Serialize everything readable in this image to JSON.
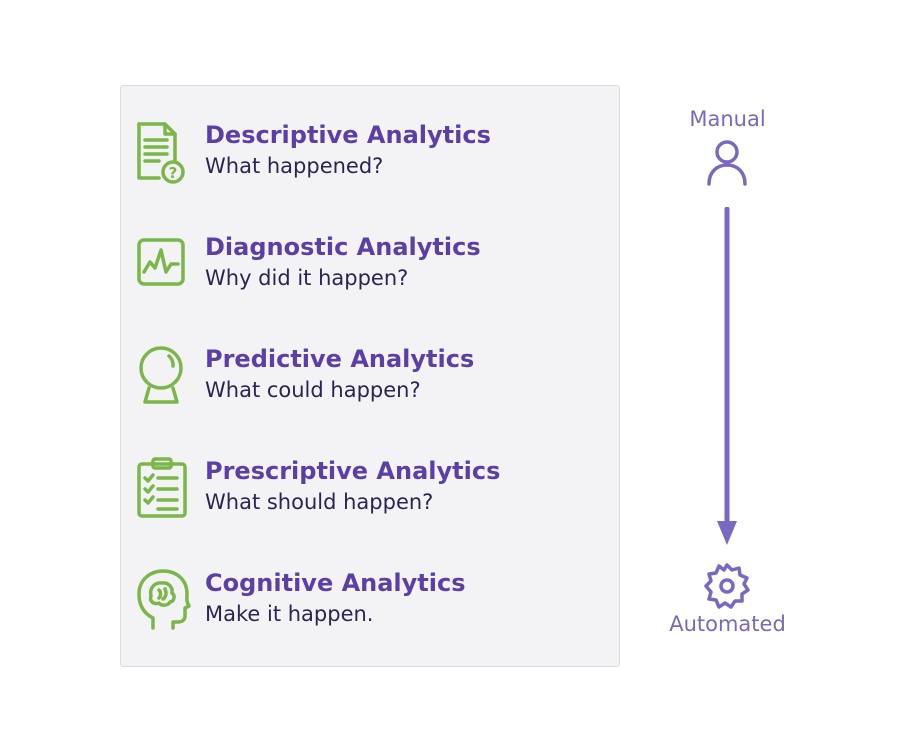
{
  "colors": {
    "accent": "#5a3fa8",
    "subtitle": "#2a2456",
    "icon_green": "#7ab648",
    "scale": "#7b67c4"
  },
  "items": [
    {
      "title": "Descriptive Analytics",
      "subtitle": "What happened?",
      "icon": "document-question-icon"
    },
    {
      "title": "Diagnostic Analytics",
      "subtitle": "Why did it happen?",
      "icon": "monitor-pulse-icon"
    },
    {
      "title": "Predictive Analytics",
      "subtitle": "What could happen?",
      "icon": "crystal-ball-icon"
    },
    {
      "title": "Prescriptive Analytics",
      "subtitle": "What should happen?",
      "icon": "clipboard-checklist-icon"
    },
    {
      "title": "Cognitive Analytics",
      "subtitle": "Make it happen.",
      "icon": "head-brain-icon"
    }
  ],
  "scale": {
    "top_label": "Manual",
    "top_icon": "person-icon",
    "bottom_label": "Automated",
    "bottom_icon": "gear-icon"
  }
}
